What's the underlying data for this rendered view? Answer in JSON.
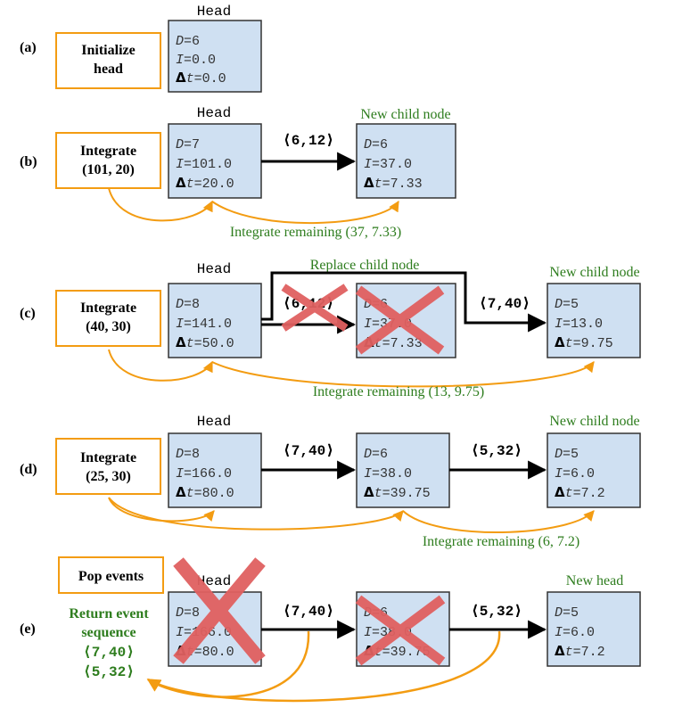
{
  "colors": {
    "node_fill": "#cfe0f2",
    "node_stroke": "#333333",
    "op_stroke": "#f39c12",
    "green_text": "#2e7d1e",
    "orange_arrow": "#f39c12",
    "cross": "#e06060"
  },
  "rows": {
    "a": {
      "label": "(a)",
      "op": [
        "Initialize",
        "head"
      ],
      "head_label": "Head",
      "head": {
        "D": "6",
        "I": "0.0",
        "dt": "0.0"
      }
    },
    "b": {
      "label": "(b)",
      "op": [
        "Integrate",
        "(101, 20)"
      ],
      "head_label": "Head",
      "head": {
        "D": "7",
        "I": "101.0",
        "dt": "20.0"
      },
      "edge": "⟨6,12⟩",
      "child_label": "New child node",
      "child": {
        "D": "6",
        "I": "37.0",
        "dt": "7.33"
      },
      "remaining": "Integrate remaining (37, 7.33)"
    },
    "c": {
      "label": "(c)",
      "op": [
        "Integrate",
        "(40, 30)"
      ],
      "head_label": "Head",
      "head": {
        "D": "8",
        "I": "141.0",
        "dt": "50.0"
      },
      "replace_label": "Replace child node",
      "old_edge": "⟨6,12⟩",
      "old": {
        "D": "6",
        "I": "37.0",
        "dt": "7.33"
      },
      "edge": "⟨7,40⟩",
      "child_label": "New child node",
      "child": {
        "D": "5",
        "I": "13.0",
        "dt": "9.75"
      },
      "remaining": "Integrate remaining (13, 9.75)"
    },
    "d": {
      "label": "(d)",
      "op": [
        "Integrate",
        "(25, 30)"
      ],
      "head_label": "Head",
      "head": {
        "D": "8",
        "I": "166.0",
        "dt": "80.0"
      },
      "edge1": "⟨7,40⟩",
      "mid": {
        "D": "6",
        "I": "38.0",
        "dt": "39.75"
      },
      "edge2": "⟨5,32⟩",
      "child_label": "New child node",
      "child": {
        "D": "5",
        "I": "6.0",
        "dt": "7.2"
      },
      "remaining": "Integrate remaining (6, 7.2)"
    },
    "e": {
      "label": "(e)",
      "op": "Pop events",
      "head_label": "Head",
      "old_head": {
        "D": "8",
        "I": "166.0",
        "dt": "80.0"
      },
      "edge1": "⟨7,40⟩",
      "mid": {
        "D": "6",
        "I": "38.0",
        "dt": "39.75"
      },
      "edge2": "⟨5,32⟩",
      "new_head_label": "New head",
      "new_head": {
        "D": "5",
        "I": "6.0",
        "dt": "7.2"
      },
      "return_title": [
        "Return event",
        "sequence"
      ],
      "return_events": [
        "⟨7,40⟩",
        "⟨5,32⟩"
      ]
    }
  }
}
